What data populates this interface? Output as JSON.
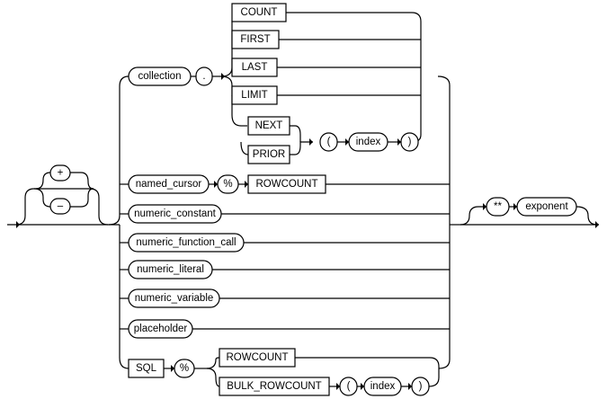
{
  "diagram": {
    "sign": {
      "plus": "+",
      "minus": "–"
    },
    "collection_branch": {
      "collection": "collection",
      "dot": ".",
      "count": "COUNT",
      "first": "FIRST",
      "last": "LAST",
      "limit": "LIMIT",
      "next": "NEXT",
      "prior": "PRIOR",
      "lparen": "(",
      "index": "index",
      "rparen": ")"
    },
    "cursor_branch": {
      "named_cursor": "named_cursor",
      "percent": "%",
      "rowcount": "ROWCOUNT"
    },
    "numeric_constant": "numeric_constant",
    "numeric_function_call": "numeric_function_call",
    "numeric_literal": "numeric_literal",
    "numeric_variable": "numeric_variable",
    "placeholder": "placeholder",
    "sql_branch": {
      "sql": "SQL",
      "percent": "%",
      "rowcount": "ROWCOUNT",
      "bulk_rowcount": "BULK_ROWCOUNT",
      "lparen": "(",
      "index": "index",
      "rparen": ")"
    },
    "exponent_part": {
      "power": "**",
      "exponent": "exponent"
    }
  }
}
